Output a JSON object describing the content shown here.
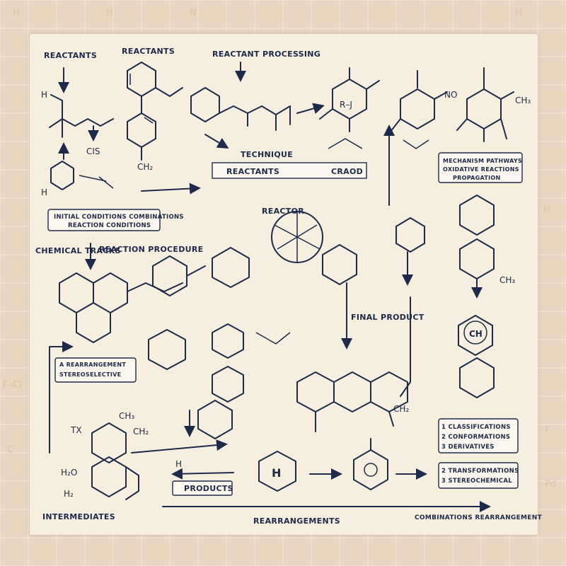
{
  "labels": {
    "reactants_1": "REACTANTS",
    "reactants_2": "REACTANTS",
    "reactant_processing": "REACTANT PROCESSING",
    "reactants_bar": "REACTANTS",
    "reactants_bar_right": "CRAOD",
    "technique": "TECHNIQUE",
    "chemical_tracks": "CHEMICAL TRACKS",
    "reaction_procedure": "REACTION PROCEDURE",
    "final_product": "FINAL PRODUCT",
    "products": "PRODUCTS",
    "intermediates": "INTERMEDIATES",
    "rearrangements": "REARRANGEMENTS",
    "combinations_rearrangement": "COMBINATIONS REARRANGEMENT",
    "reactor": "REACTOR",
    "ch2": "CH₂",
    "ch3": "CH₃",
    "cis": "CIS",
    "h": "H"
  },
  "boxes": {
    "conditions": "INITIAL CONDITIONS COMBINATIONS",
    "conditions_sub": "REACTION CONDITIONS",
    "mechanism_line1": "MECHANISM PATHWAYS",
    "mechanism_line2": "OXIDATIVE REACTIONS",
    "mechanism_line3": "PROPAGATION",
    "rearrangement_title": "A REARRANGEMENT",
    "rearrangement_sub": "STEREOSELECTIVE",
    "list_1": "1  CLASSIFICATIONS",
    "list_2": "2  CONFORMATIONS",
    "list_3": "3  DERIVATIVES",
    "list_b1": "2  TRANSFORMATIONS",
    "list_b2": "3  STEREOCHEMICAL"
  },
  "background_glyphs": [
    "H",
    "H",
    "N",
    "H",
    "F–Cl",
    "H",
    "Pd",
    "F",
    "C"
  ]
}
